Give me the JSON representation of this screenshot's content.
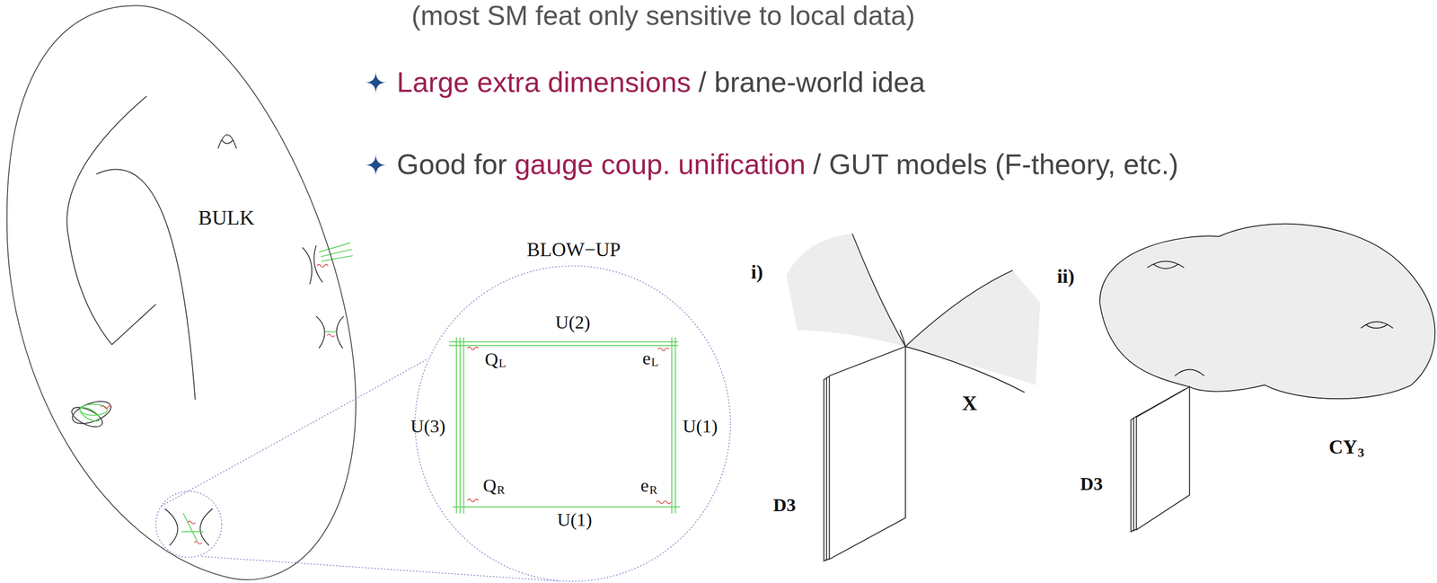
{
  "diagram": {
    "nodes": [
      {
        "text": [
          "BULK"
        ]
      },
      {
        "text": [
          "BLOW−UP"
        ]
      }
    ],
    "labels": [
      "(most SM feat only sensitive to local data)",
      "Large extra dimensions",
      "/ brane-world idea",
      "Good for",
      "gauge coup. unification",
      "/ GUT models (F-theory, etc.)",
      "U(2)",
      "Q",
      "L",
      "e",
      "L",
      "U(3)",
      "U(1)",
      "Q",
      "R",
      "e",
      "R",
      "U(1)",
      "i)",
      "X",
      "D3",
      "ii)",
      "CY",
      "3",
      "D3"
    ]
  }
}
